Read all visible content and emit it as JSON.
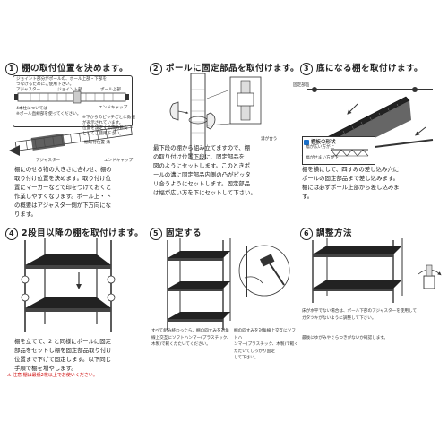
{
  "steps": [
    {
      "number": "1",
      "title": "棚の取付位置を決めます。",
      "callout": [
        "ジョイント部分がポールの、ポール上部・下部を",
        "つなげるためにご使用下さい。"
      ],
      "parts": {
        "adjuster": "アジャスター",
        "joint": "ジョイント部",
        "pole_top": "ポール上部",
        "end_cap": "エンドキャップ"
      },
      "notes": [
        "※下からのピッチごとに数値",
        "  が表示されています。",
        "  位置を設定する際の目安",
        "  としてご使用下さい。"
      ],
      "pole_note": [
        "4本柱については",
        "※ポール直線部を使ってください。"
      ],
      "grooves": "棚取付位置 溝",
      "ruler_adjuster": "アジャスター",
      "ruler_end": "エンドキャップ",
      "body": [
        "棚にのせる物の大きさに合わせ、棚の",
        "取り付け位置を決めます。取り付け位",
        "置にマーカーなどで印をつけておくと",
        "作業しやすくなります。ポール上・下",
        "の概要はアジャスター側が下方向にな",
        "ります。"
      ]
    },
    {
      "number": "2",
      "title": "ポールに固定部品を取付けます。",
      "clip_label": "溝が合う",
      "body": [
        "最下段の棚から組み立てますので、棚",
        "の取り付け位置下段に、固定部品を",
        "図のようにセットします。このときポ",
        "ールの溝に固定部品内側の凸がピッタ",
        "リ合うようにセットします。固定部品",
        "は幅が広い方を下にセットして下さい。"
      ]
    },
    {
      "number": "3",
      "title": "底になる棚を取付けます。",
      "part_label": "固定部品",
      "shelf_shape_title": "棚板の形状",
      "shelf_top": "幅が広い方が上",
      "shelf_bottom": "幅がせまい方が下",
      "body": [
        "棚を横にして、四すみの差し込み穴に",
        "ポールの固定部品まで差し込みます。",
        "棚には必ずポール上部から差し込みま",
        "す。"
      ]
    },
    {
      "number": "4",
      "title": "2段目以降の棚を取付けます。",
      "body": [
        "棚を立てて、2 と同様にポールに固定",
        "部品をセットし棚を固定部品取り付け",
        "位置まで下げて固定します。以下同じ",
        "手順で棚を増やします。"
      ],
      "warning": [
        "注意  棚は最低2枚以上でお使いください。"
      ]
    },
    {
      "number": "5",
      "title": "固定する",
      "notes_left": [
        "すべて組み終わったら、棚の四すみを対角",
        "線上交互にソフトハンマー(プラスチック、",
        "木製)で軽くたたいてください。"
      ],
      "notes_right": [
        "棚の四すみを対角線上交互にソフトハ",
        "ンマー(プラスチック、木製)で軽くたたいてしっかり固定",
        "して下さい。"
      ]
    },
    {
      "number": "6",
      "title": "調整方法",
      "body": [
        "床が水平でない場合は、ポール下部のアジャスターを使用して",
        "ガタツキがないように調整して下さい。"
      ],
      "note": [
        "最後にゆがみやぐらつきがないか確認します。"
      ]
    }
  ]
}
